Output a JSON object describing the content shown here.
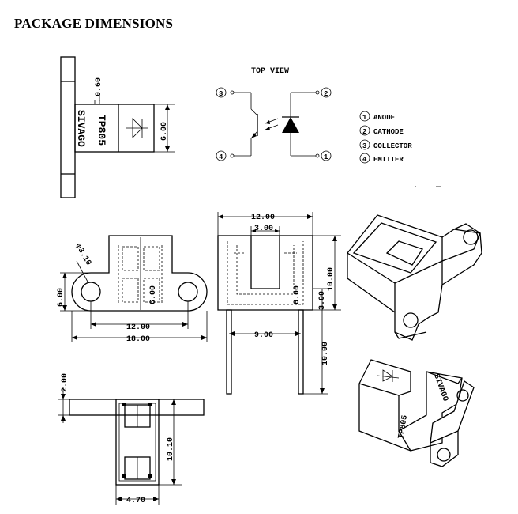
{
  "heading": "PACKAGE DIMENSIONS",
  "top_view": {
    "title": "TOP VIEW",
    "pins": [
      "1",
      "2",
      "3",
      "4"
    ]
  },
  "legend": [
    {
      "num": "1",
      "label": "ANODE"
    },
    {
      "num": "2",
      "label": "CATHODE"
    },
    {
      "num": "3",
      "label": "COLLECTOR"
    },
    {
      "num": "4",
      "label": "EMITTER"
    }
  ],
  "marking": {
    "brand": "SIVAGO",
    "part": "TP805"
  },
  "dimensions": {
    "side_gap": "0.60",
    "side_height": "6.00",
    "hole_dia": "φ3.10",
    "front_height_left": "6.00",
    "front_height_mid": "6.00",
    "hole_spacing": "12.00",
    "overall_width": "18.00",
    "body_width": "12.00",
    "slot_width": "3.00",
    "body_height": "10.00",
    "slot_depth": "6.00",
    "lower_height": "3.00",
    "lead_spacing": "9.00",
    "lead_length": "10.00",
    "flange_thickness": "2.00",
    "bottom_length": "10.10",
    "bottom_width": "4.70"
  }
}
